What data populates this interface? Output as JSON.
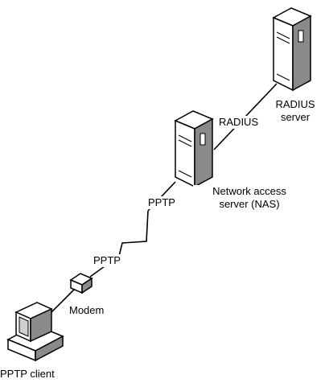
{
  "diagram": {
    "radius_server": {
      "label_line1": "RADIUS",
      "label_line2": "server"
    },
    "radius_link_label": "RADIUS",
    "nas": {
      "label_line1": "Network access",
      "label_line2": "server (NAS)"
    },
    "pptp_upper_label": "PPTP",
    "pptp_lower_label": "PPTP",
    "modem_label": "Modem",
    "client_label": "PPTP client"
  }
}
